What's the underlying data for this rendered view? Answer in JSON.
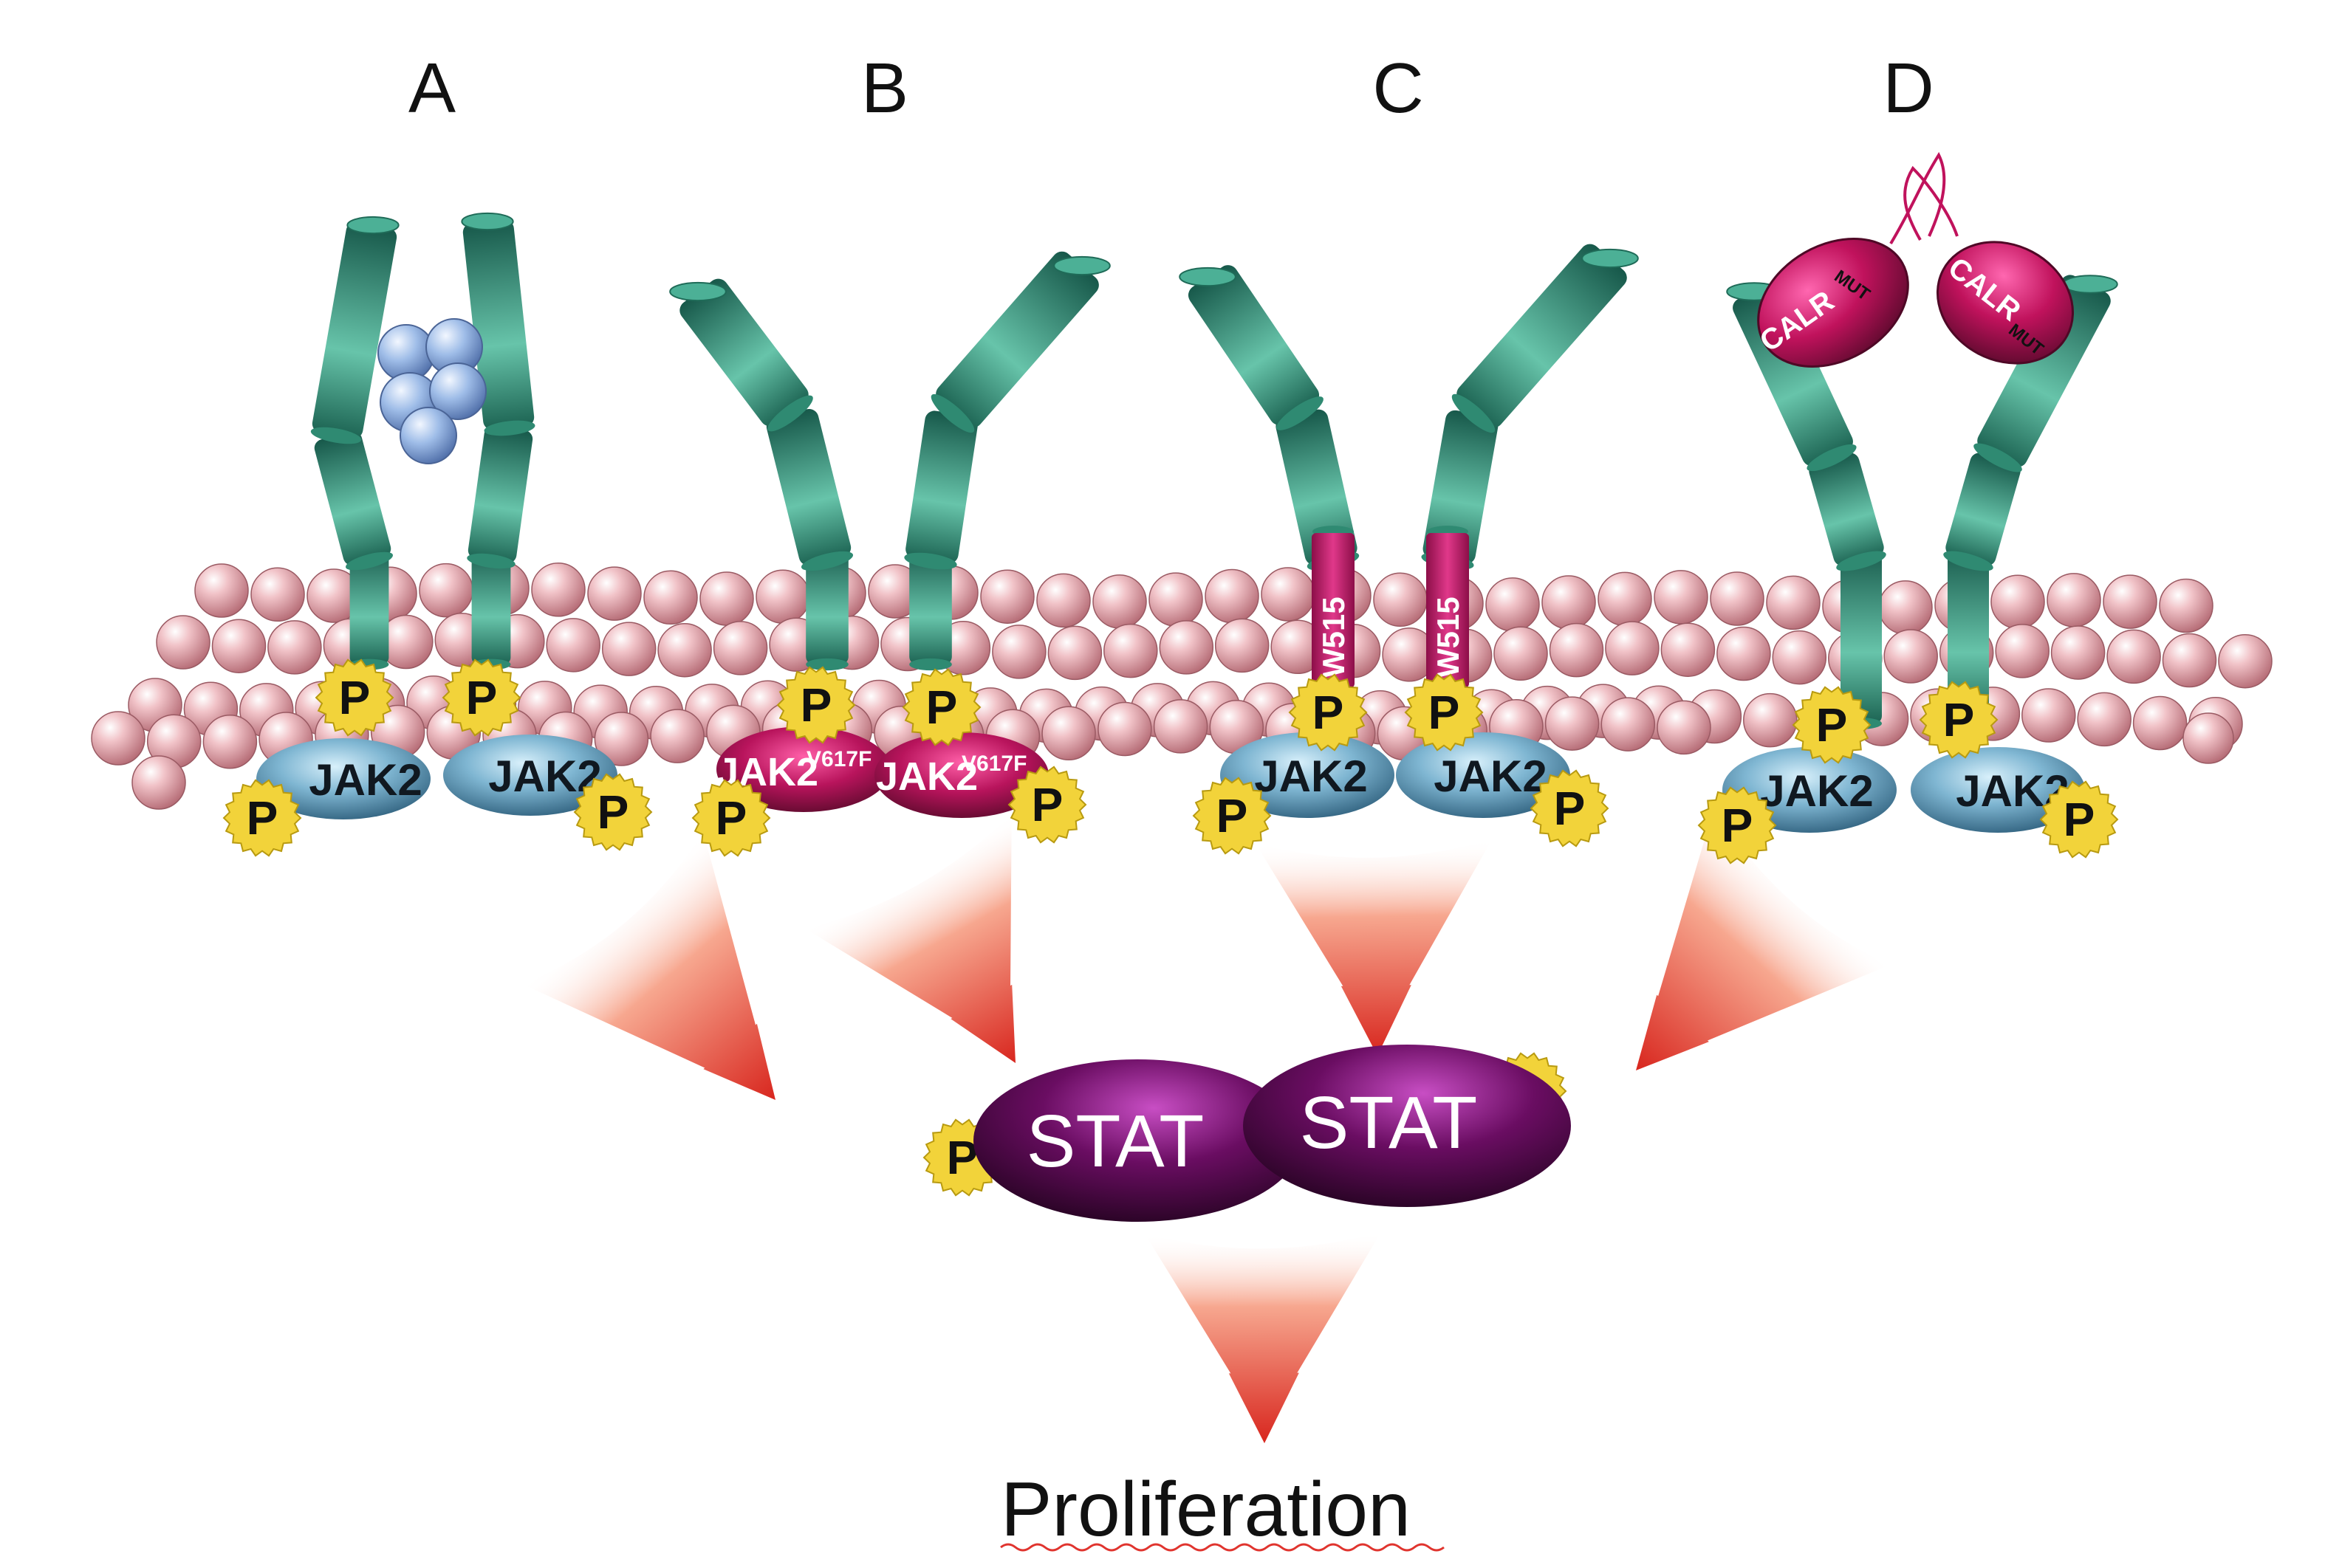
{
  "panels": [
    {
      "label": "A"
    },
    {
      "label": "B"
    },
    {
      "label": "C"
    },
    {
      "label": "D"
    }
  ],
  "phospho_label": "P",
  "kinase": {
    "wild_type": "JAK2",
    "mutant": "JAK2",
    "mutant_superscript": "V617F"
  },
  "receptor_mutation": "W515",
  "chaperone": {
    "name": "CALR",
    "superscript": "MUT"
  },
  "transcription_factor": "STAT",
  "outcome": "Proliferation",
  "colors": {
    "receptor": "#3aa58a",
    "membrane_bead": "#e8a3ab",
    "jak2_wild_type": "#5e9bbd",
    "jak2_mutant": "#b0145a",
    "w515_segment": "#c8176a",
    "calr_mutant": "#c0125c",
    "stat": "#6a0d62",
    "phosphate": "#f2d33a",
    "ligand": "#9ab8e8",
    "arrow": "#e43a2c"
  }
}
